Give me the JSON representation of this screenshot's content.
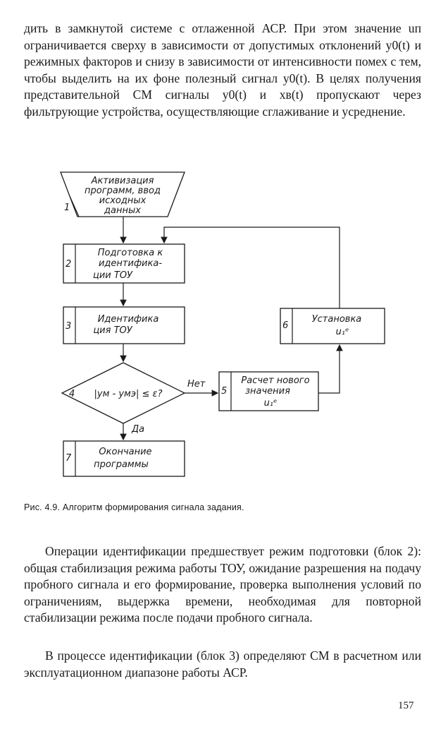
{
  "text": {
    "intro": "дить в замкнутой системе с отлаженной АСР. При этом значение uп ограничивается сверху в зависимости от допустимых отклонений y0(t) и режимных факторов и снизу в зависимости от интенсивности помех с тем, чтобы выделить на их фоне полезный сигнал y0(t). В целях получения представительной СМ сигналы y0(t) и xв(t) пропускают через фильтрующие устройства, осуществляющие сглаживание и усреднение.",
    "operations": "Операции идентификации предшествует режим подготовки (блок 2): общая стабилизация режима работы ТОУ, ожидание разрешения на подачу пробного сигнала и его формирование, проверка выполнения условий по ограничениям, выдержка времени, необходимая для повторной стабилизации режима после подачи пробного сигнала.",
    "process": "В процессе идентификации (блок 3) определяют СМ в расчетном или эксплуатационном диапазоне работы АСР."
  },
  "figure": {
    "caption": "Рис. 4.9. Алгоритм формирования сигнала задания.",
    "blocks": {
      "b1": {
        "num": "1",
        "lines": [
          "Активизация",
          "программ, ввод",
          "исходных",
          "данных"
        ]
      },
      "b2": {
        "num": "2",
        "lines": [
          "Подготовка к",
          "идентифика-",
          "ции ТОУ"
        ]
      },
      "b3": {
        "num": "3",
        "lines": [
          "Идентифика",
          "ция ТОУ"
        ]
      },
      "b4": {
        "num": "4",
        "condition": "|yм - yмэ| ≤ ε?"
      },
      "b5": {
        "num": "5",
        "lines": [
          "Расчет нового",
          "значения",
          "u₁ᵉ"
        ]
      },
      "b6": {
        "num": "6",
        "lines": [
          "Установка",
          "u₁ᵉ"
        ]
      },
      "b7": {
        "num": "7",
        "lines": [
          "Окончание",
          "программы"
        ]
      }
    },
    "label_no": "Нет",
    "label_yes": "Да"
  },
  "page_number": "157"
}
